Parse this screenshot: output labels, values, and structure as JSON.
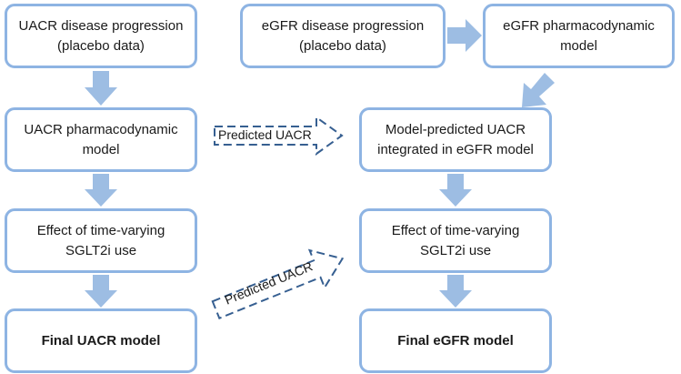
{
  "left": {
    "uacr_progression": [
      "UACR disease progression",
      "(placebo data)"
    ],
    "uacr_pd_model": [
      "UACR pharmacodynamic",
      "model"
    ],
    "sglt2i_effect": [
      "Effect of time-varying",
      "SGLT2i use"
    ],
    "final_model": "Final UACR model"
  },
  "right": {
    "egfr_progression": [
      "eGFR disease progression",
      "(placebo data)"
    ],
    "egfr_pd_model": [
      "eGFR pharmacodynamic",
      "model"
    ],
    "uacr_integrated": [
      "Model-predicted UACR",
      "integrated in eGFR model"
    ],
    "sglt2i_effect": [
      "Effect of time-varying",
      "SGLT2i use"
    ],
    "final_model": "Final eGFR model"
  },
  "connectors": {
    "predicted_uacr_1": "Predicted UACR",
    "predicted_uacr_2": "Predicted UACR"
  },
  "colors": {
    "box_border": "#8eb4e3",
    "arrow_fill": "#9dbde3",
    "dashed_arrow": "#365f91"
  }
}
